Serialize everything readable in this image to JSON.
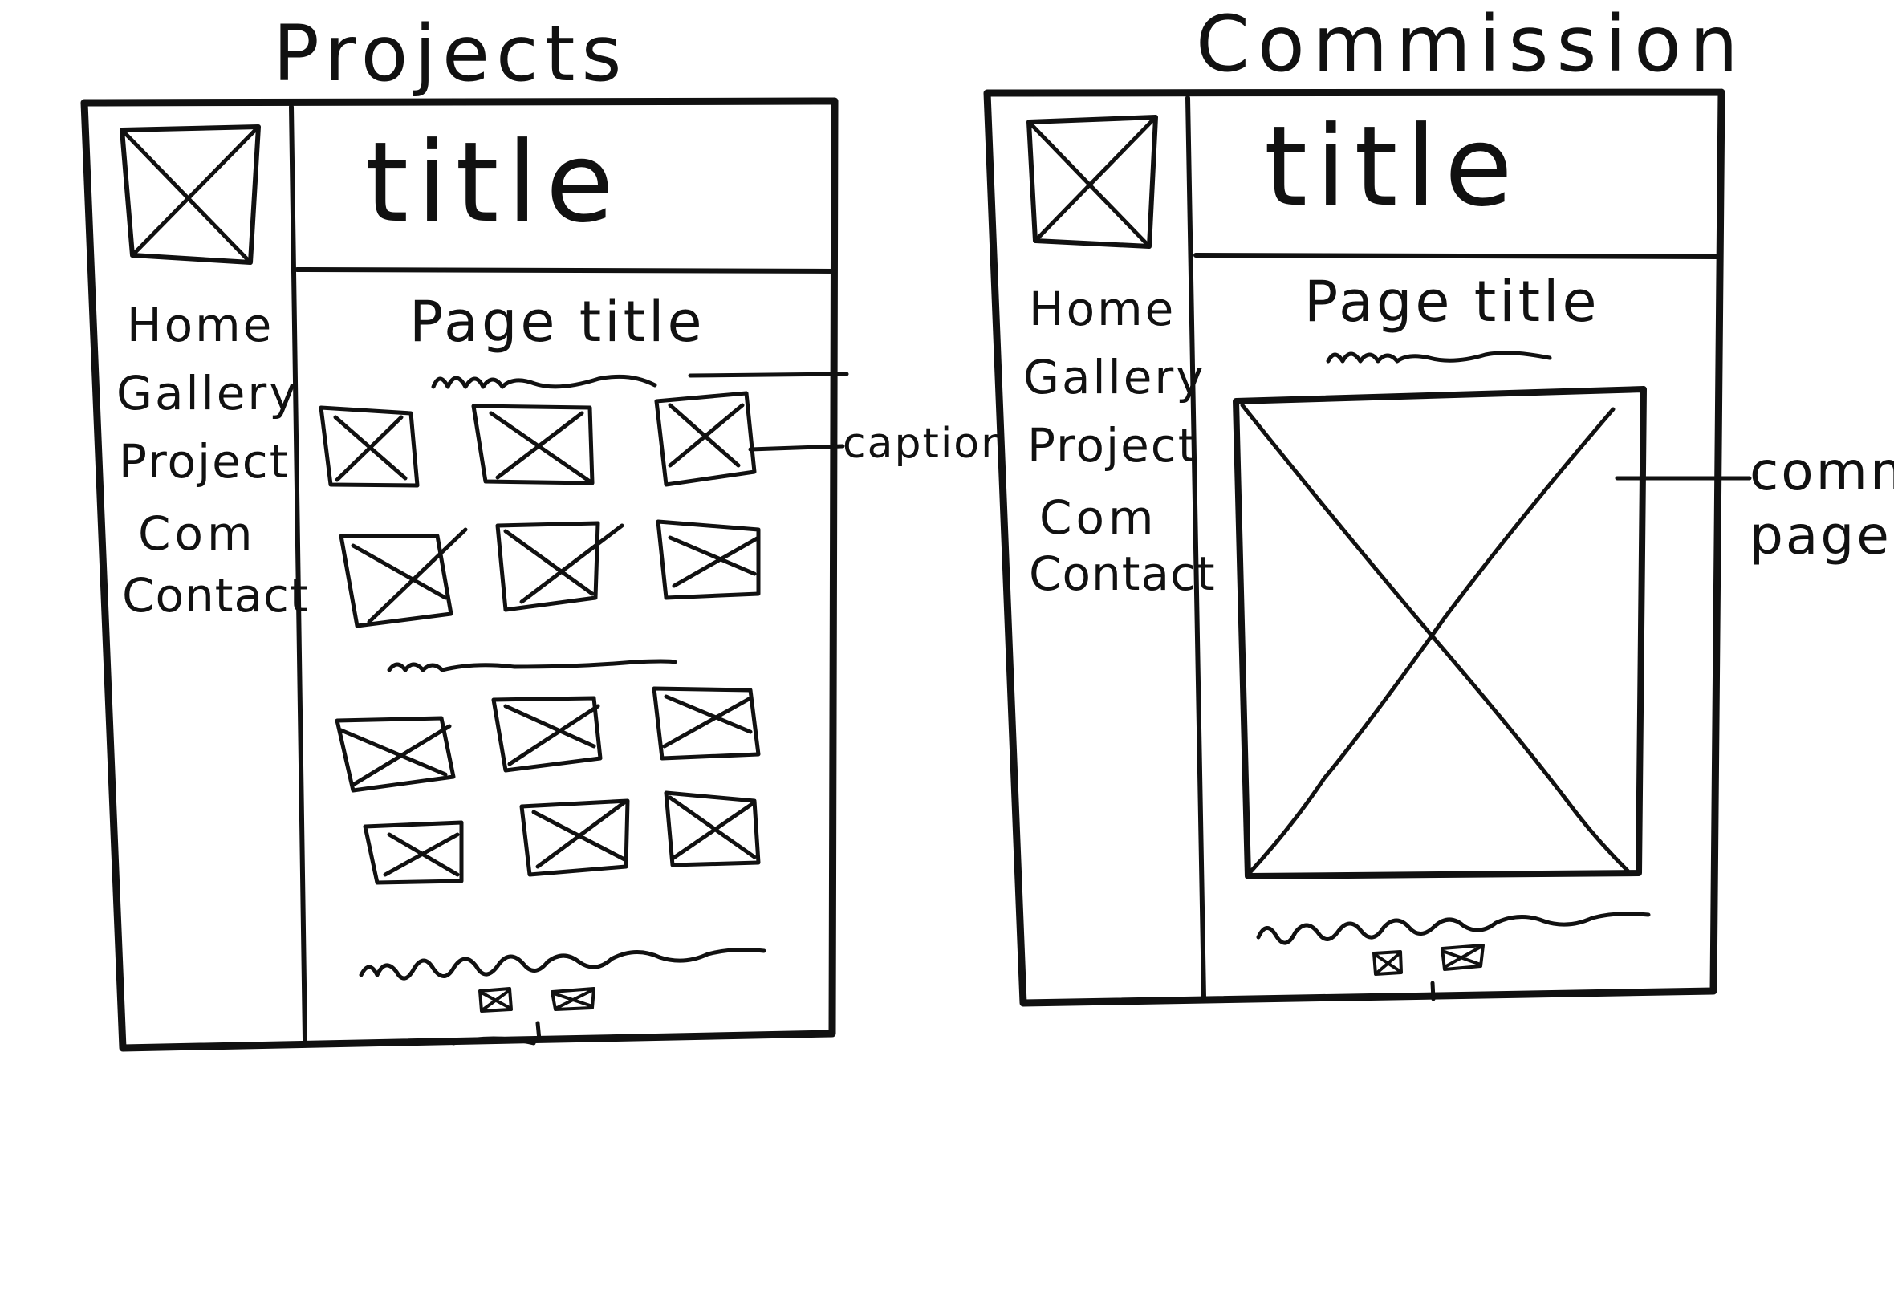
{
  "projects_page": {
    "heading": "Projects",
    "header_title": "title",
    "nav_items": [
      "Home",
      "Gallery",
      "Project",
      "Com",
      "Contact"
    ],
    "page_title": "Page title",
    "annotation": "caption"
  },
  "commission_page": {
    "heading": "Commission",
    "header_title": "title",
    "nav_items": [
      "Home",
      "Gallery",
      "Project",
      "Com",
      "Contact"
    ],
    "page_title": "Page title",
    "annotation_line1": "comm",
    "annotation_line2": "page"
  },
  "colors": {
    "ink": "#111111",
    "paper": "#ffffff"
  },
  "icons": [
    "image-placeholder-icon",
    "social-icon"
  ]
}
